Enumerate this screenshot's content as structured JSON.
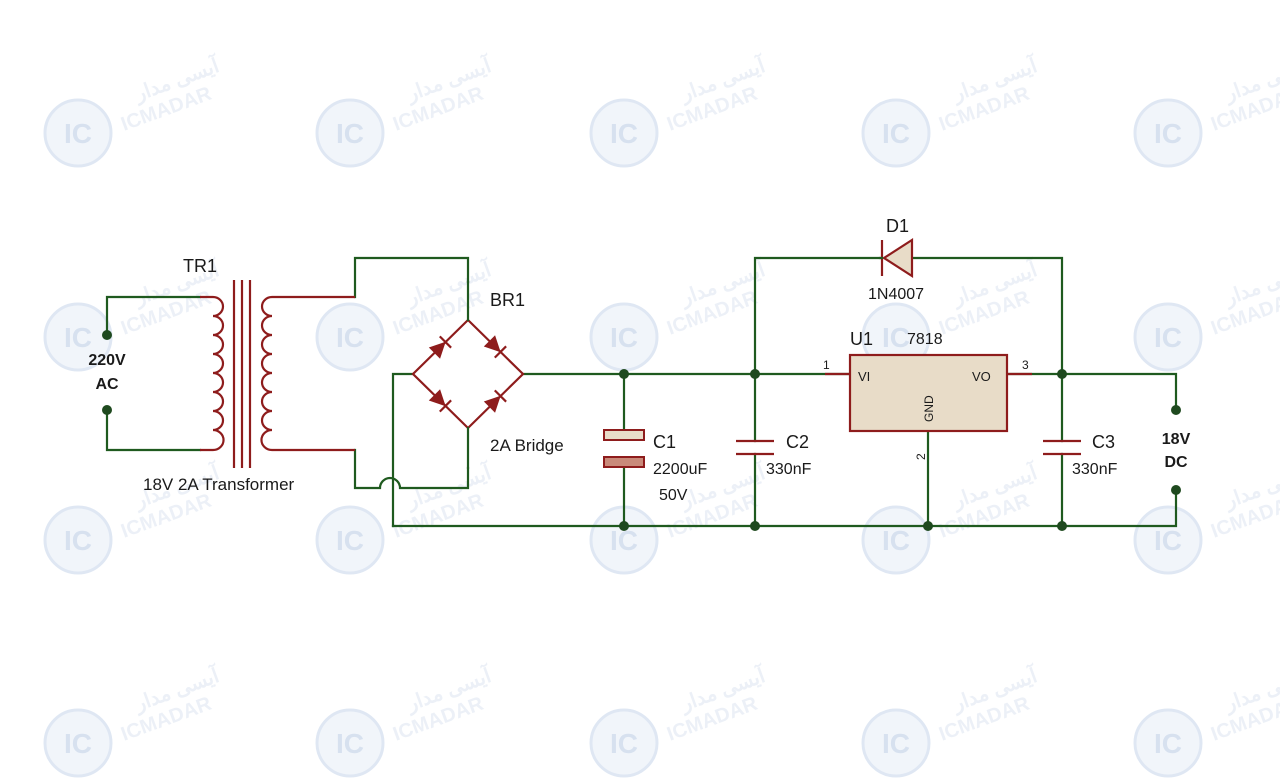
{
  "watermark": {
    "logo_text": "IC",
    "brand_latin": "ICMADAR",
    "brand_persian": "آیسی مدار"
  },
  "labels": {
    "ac_input_voltage": "220V",
    "ac_input_type": "AC",
    "transformer_ref": "TR1",
    "transformer_desc": "18V 2A Transformer",
    "bridge_ref": "BR1",
    "bridge_desc": "2A Bridge",
    "c1_ref": "C1",
    "c1_value": "2200uF",
    "c1_voltage": "50V",
    "c2_ref": "C2",
    "c2_value": "330nF",
    "c3_ref": "C3",
    "c3_value": "330nF",
    "d1_ref": "D1",
    "d1_value": "1N4007",
    "u1_ref": "U1",
    "u1_value": "7818",
    "u1_pin_vi": "VI",
    "u1_pin_vo": "VO",
    "u1_pin_gnd": "GND",
    "u1_pin1": "1",
    "u1_pin2": "2",
    "u1_pin3": "3",
    "dc_output_voltage": "18V",
    "dc_output_type": "DC"
  },
  "colors": {
    "wire": "#1f5a1f",
    "component": "#8e1c1c",
    "component_fill": "#e8dcc8",
    "junction": "#1f4a1f",
    "watermark": "#9fb6d6"
  }
}
